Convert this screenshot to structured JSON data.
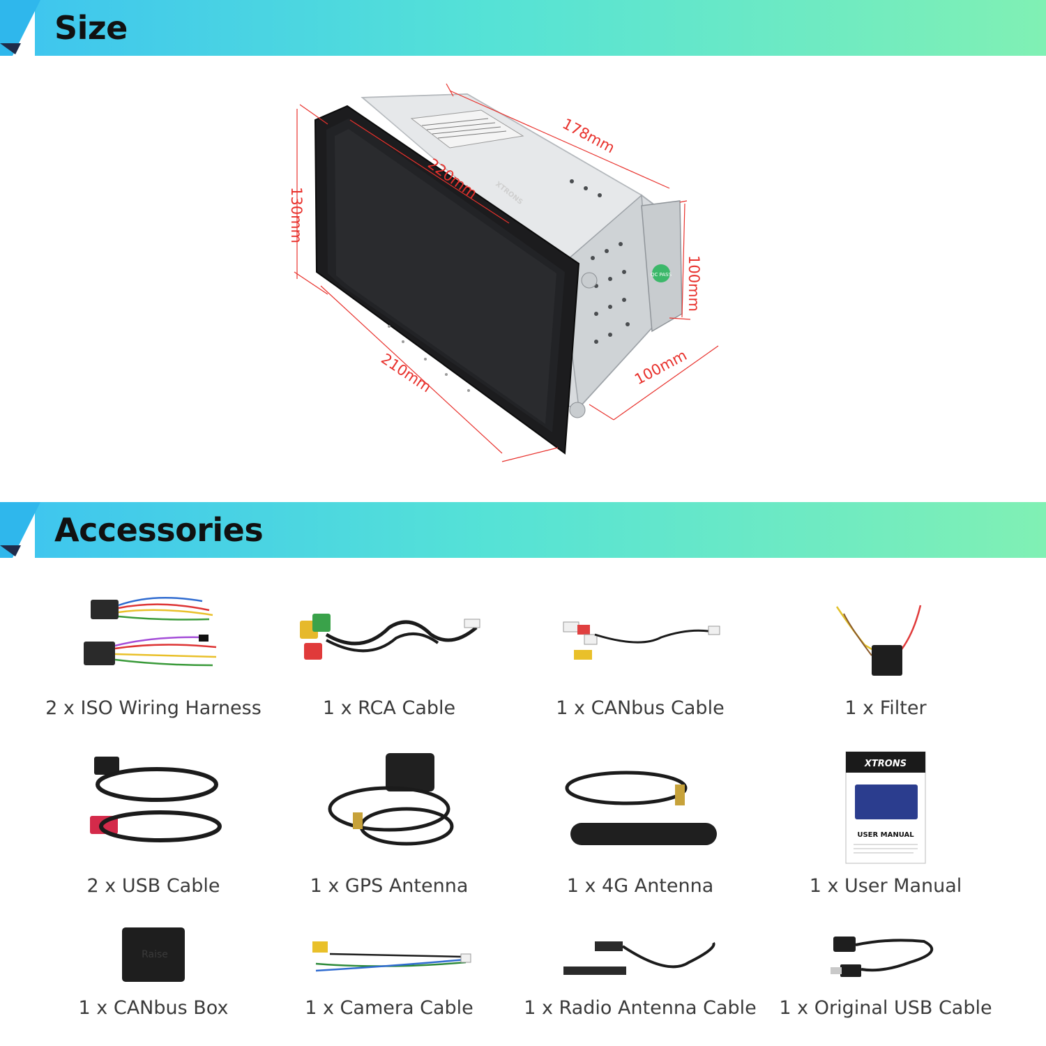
{
  "sections": {
    "size_title": "Size",
    "accessories_title": "Accessories"
  },
  "dimensions": {
    "depth": "178mm",
    "panel_width": "220mm",
    "panel_height": "130mm",
    "chassis_height": "100mm",
    "chassis_width": "100mm",
    "screen_width": "210mm",
    "color": "#e8312c"
  },
  "device_labels": {
    "brand": "XTRONS",
    "qc_sticker": "QC PASS"
  },
  "accessories": [
    {
      "label": "2 x ISO Wiring Harness"
    },
    {
      "label": "1 x RCA Cable"
    },
    {
      "label": "1 x CANbus Cable"
    },
    {
      "label": "1 x Filter"
    },
    {
      "label": "2 x USB Cable"
    },
    {
      "label": "1 x GPS Antenna"
    },
    {
      "label": "1 x 4G Antenna"
    },
    {
      "label": "1 x User Manual"
    },
    {
      "label": "1 x CANbus Box"
    },
    {
      "label": "1 x Camera Cable"
    },
    {
      "label": "1 x Radio Antenna Cable"
    },
    {
      "label": "1 x Original USB Cable"
    }
  ],
  "manual": {
    "brand": "XTRONS",
    "title": "USER MANUAL"
  },
  "canbus_box_brand": "Raise",
  "colors": {
    "banner_start": "#3fc6ee",
    "banner_end": "#7ff0b2",
    "dimension": "#e8312c"
  }
}
